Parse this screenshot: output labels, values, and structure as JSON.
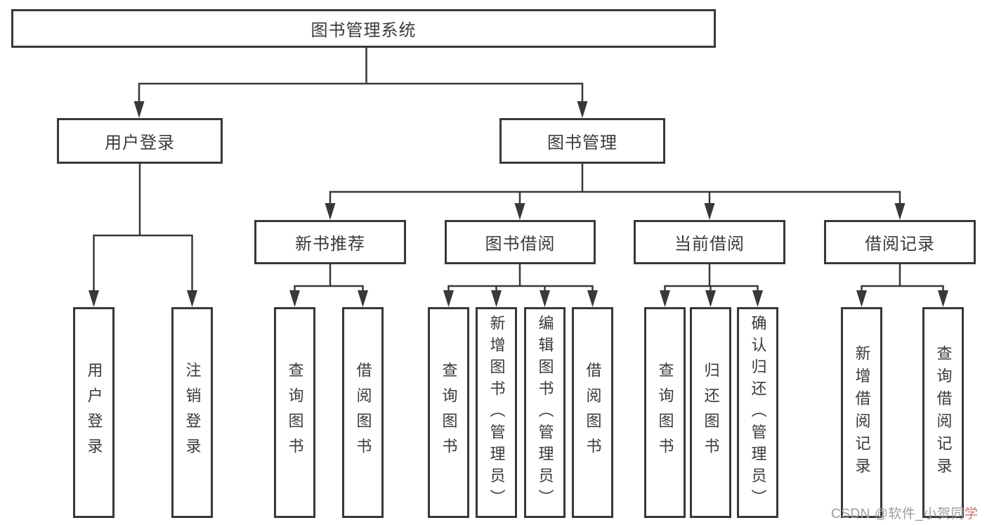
{
  "colors": {
    "line": "#383838",
    "text": "#3a3a3a",
    "box_background": "#ffffff",
    "watermark_gray": "#9c9c9c",
    "watermark_accent": "#c4766e"
  },
  "diagram": {
    "root": {
      "label": "图书管理系统",
      "children": [
        {
          "label": "用户登录",
          "children": [
            {
              "label": "用户登录"
            },
            {
              "label": "注销登录"
            }
          ]
        },
        {
          "label": "图书管理",
          "children": [
            {
              "label": "新书推荐",
              "children": [
                {
                  "label": "查询图书"
                },
                {
                  "label": "借阅图书"
                }
              ]
            },
            {
              "label": "图书借阅",
              "children": [
                {
                  "label": "查询图书"
                },
                {
                  "label": "新增图书（管理员）"
                },
                {
                  "label": "编辑图书（管理员）"
                },
                {
                  "label": "借阅图书"
                }
              ]
            },
            {
              "label": "当前借阅",
              "children": [
                {
                  "label": "查询图书"
                },
                {
                  "label": "归还图书"
                },
                {
                  "label": "确认归还（管理员）"
                }
              ]
            },
            {
              "label": "借阅记录",
              "children": [
                {
                  "label": "新增借阅记录"
                },
                {
                  "label": "查询借阅记录"
                }
              ]
            }
          ]
        }
      ]
    }
  },
  "watermark": {
    "prefix": "CSDN @软件_小贺同",
    "suffix": "学"
  }
}
